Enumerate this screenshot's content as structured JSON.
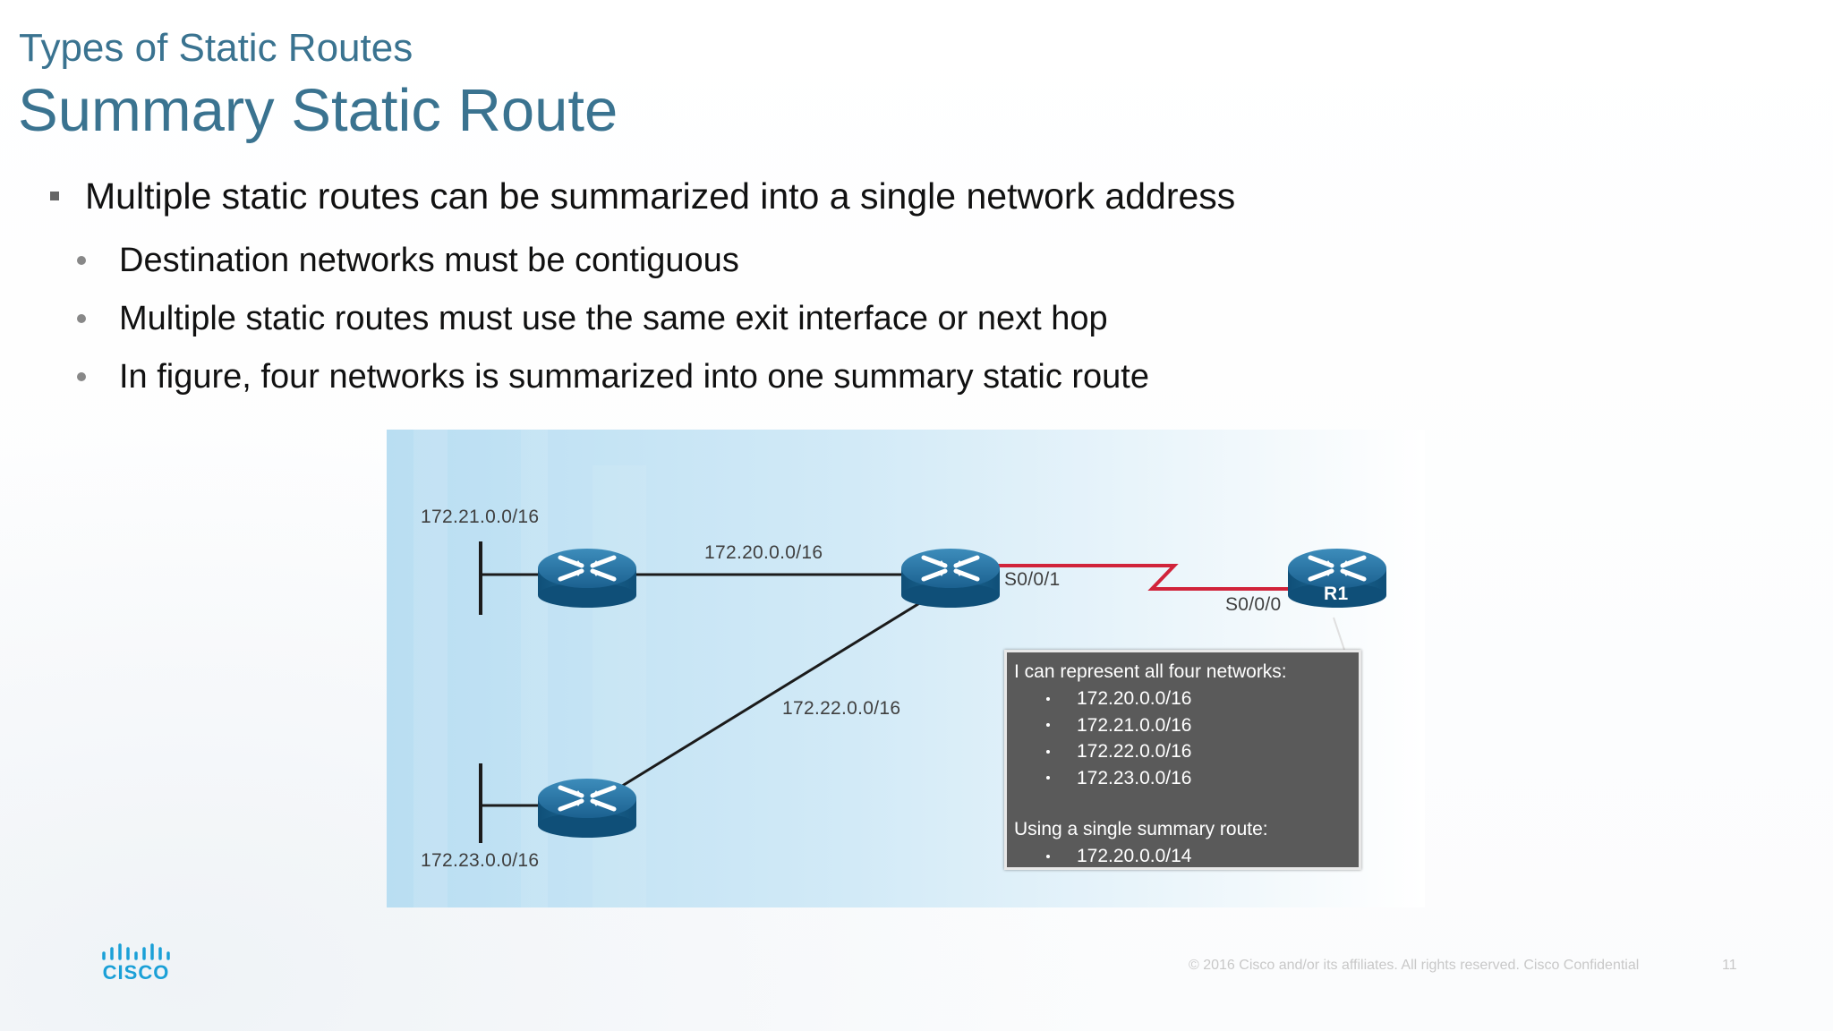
{
  "slide": {
    "subtitle": "Types of Static Routes",
    "title": "Summary Static Route",
    "main_bullet": "Multiple static routes can be summarized into a single network address",
    "sub_bullets": [
      "Destination networks must be contiguous",
      "Multiple static routes must use the same exit interface or next hop",
      "In figure, four networks is summarized into one summary static route"
    ]
  },
  "figure": {
    "network_labels": {
      "net_172_21": "172.21.0.0/16",
      "net_172_20": "172.20.0.0/16",
      "net_172_22": "172.22.0.0/16",
      "net_172_23": "172.23.0.0/16"
    },
    "interfaces": {
      "s001": "S0/0/1",
      "s000": "S0/0/0"
    },
    "router_label": "R1",
    "info_box": {
      "heading": "I can represent all four networks:",
      "networks": [
        "172.20.0.0/16",
        "172.21.0.0/16",
        "172.22.0.0/16",
        "172.23.0.0/16"
      ],
      "summary_heading": "Using a single summary route:",
      "summary": "172.20.0.0/14"
    },
    "colors": {
      "serial_link": "#d1233a",
      "router_body": "#1f6a95",
      "info_box_bg": "#5a5a5a"
    }
  },
  "footer": {
    "logo_text": "CISCO",
    "copyright": "© 2016  Cisco and/or its affiliates. All rights reserved.   Cisco Confidential",
    "page_number": "11"
  }
}
